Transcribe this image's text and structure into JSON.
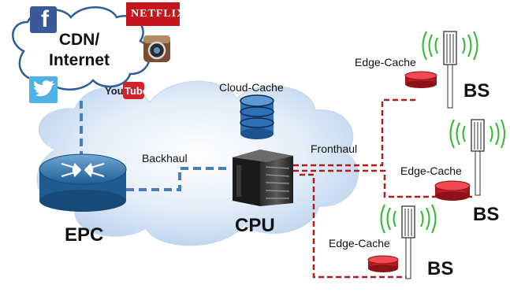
{
  "cdn": {
    "label_line1": "CDN/",
    "label_line2": "Internet"
  },
  "logos": {
    "facebook": "f",
    "netflix": "NETFLIX",
    "youtube_you": "You",
    "youtube_tube": "Tube"
  },
  "epc": {
    "label": "EPC"
  },
  "cpu": {
    "label": "CPU"
  },
  "cloud_cache": {
    "label": "Cloud-Cache"
  },
  "links": {
    "backhaul": "Backhaul",
    "fronthaul": "Fronthaul"
  },
  "base_stations": [
    {
      "bs_label": "BS",
      "cache_label": "Edge-Cache"
    },
    {
      "bs_label": "BS",
      "cache_label": "Edge-Cache"
    },
    {
      "bs_label": "BS",
      "cache_label": "Edge-Cache"
    }
  ],
  "colors": {
    "backhaul_line": "#4a7ebb",
    "fronthaul_line": "#b01c1c",
    "edge_cache": "#d41f2a",
    "cloud_cache": "#2e6fb5",
    "signal_waves": "#2db82d",
    "cloud_fill": "#d7e6f5"
  }
}
